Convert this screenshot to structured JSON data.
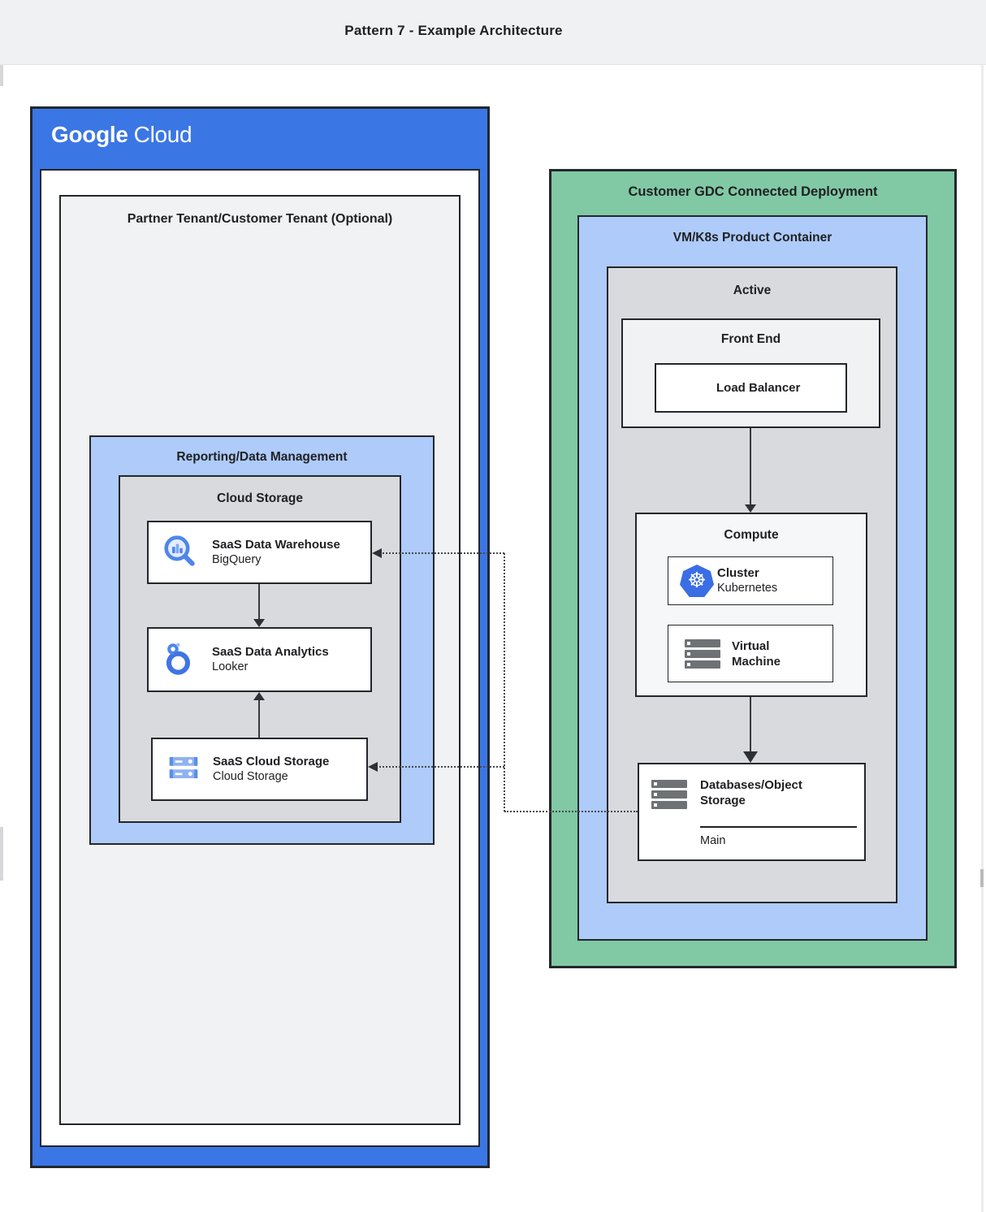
{
  "page": {
    "title": "Pattern 7 - Example Architecture"
  },
  "google_cloud": {
    "logo": {
      "part1": "Google",
      "part2": "Cloud"
    },
    "partner_tenant_label": "Partner Tenant/Customer Tenant (Optional)",
    "reporting_label": "Reporting/Data Management",
    "cloud_storage_group_label": "Cloud Storage",
    "warehouse": {
      "title": "SaaS Data Warehouse",
      "subtitle": "BigQuery"
    },
    "analytics": {
      "title": "SaaS Data Analytics",
      "subtitle": "Looker"
    },
    "storage": {
      "title": "SaaS Cloud Storage",
      "subtitle": "Cloud Storage"
    }
  },
  "gdc": {
    "label": "Customer GDC Connected Deployment",
    "vmk8s_label": "VM/K8s Product Container",
    "active_label": "Active",
    "frontend_label": "Front End",
    "load_balancer": {
      "title": "Load Balancer"
    },
    "compute_label": "Compute",
    "cluster": {
      "title": "Cluster",
      "subtitle": "Kubernetes"
    },
    "vm": {
      "title": "Virtual Machine"
    },
    "databases": {
      "title": "Databases/Object Storage",
      "partition_label": "Main"
    }
  },
  "icons": {
    "bigquery": "bigquery-icon",
    "looker": "looker-icon",
    "cloud_storage": "cloud-storage-icon",
    "load_balancer": "load-balancer-icon",
    "kubernetes": "kubernetes-icon",
    "kubernetes_glyph": "☸",
    "virtual_machine": "virtual-machine-icon",
    "databases": "database-icon"
  },
  "colors": {
    "google_blue": "#3b76e5",
    "light_blue_container": "#aecbfa",
    "green_container": "#80c9a4",
    "panel_gray": "#d9dadd",
    "light_gray_panel": "#f1f2f4",
    "header_gray": "#f0f1f3",
    "border_dark": "#23272b",
    "text": "#202124",
    "icon_blue": "#4285f4",
    "k8s_blue": "#3b6de4",
    "icon_gray": "#6e7275"
  }
}
